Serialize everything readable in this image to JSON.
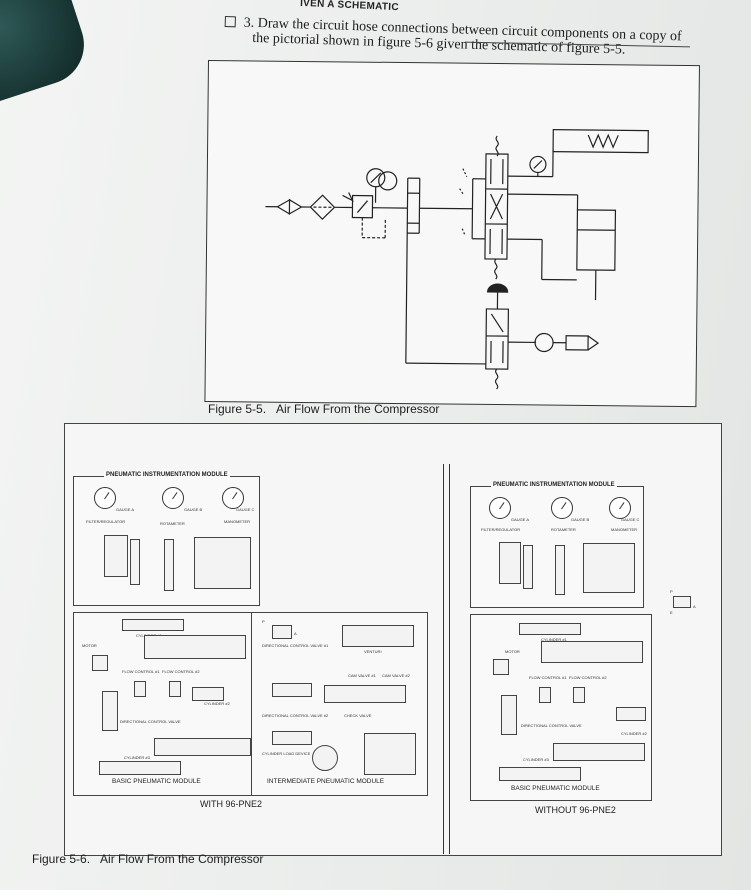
{
  "header_fragment": "IVEN A SCHEMATIC",
  "question": {
    "number": "3.",
    "line1": "Draw the circuit hose connections between circuit components on a copy of",
    "line2": "the pictorial shown in figure 5-6 given the schematic of figure 5-5."
  },
  "figure_5_5": {
    "caption_num": "Figure 5-5.",
    "caption_text": "Air Flow From the Compressor"
  },
  "figure_5_6": {
    "caption_num": "Figure 5-6.",
    "caption_text": "Air Flow From the Compressor",
    "instrumentation_title": "PNEUMATIC INSTRUMENTATION MODULE",
    "gauge_a": "GAUGE A",
    "gauge_b": "GAUGE B",
    "gauge_c": "GAUGE C",
    "filter_regulator": "FILTER/REGULATOR",
    "rotameter": "ROTAMETER",
    "manometer": "MANOMETER",
    "cylinder_1": "CYLINDER #1",
    "motor": "MOTOR",
    "flow_control_1": "FLOW CONTROL #1",
    "flow_control_2": "FLOW CONTROL #2",
    "cylinder_2": "CYLINDER #2",
    "directional_control_valve": "DIRECTIONAL CONTROL VALVE",
    "cylinder_3": "CYLINDER #3",
    "directional_control_valve_1": "DIRECTIONAL CONTROL VALVE #1",
    "directional_control_valve_2": "DIRECTIONAL CONTROL VALVE #2",
    "venturi": "VENTURI",
    "cam_valve_1": "CAM VALVE #1",
    "cam_valve_2": "CAM VALVE #2",
    "check_valve": "CHECK VALVE",
    "cylinder_load_device": "CYLINDER LOAD DEVICE",
    "basic_module": "BASIC PNEUMATIC MODULE",
    "intermediate_module": "INTERMEDIATE PNEUMATIC MODULE",
    "with_label": "WITH 96-PNE2",
    "without_label": "WITHOUT 96-PNE2",
    "port_p": "P",
    "port_e": "E",
    "port_a": "A"
  }
}
